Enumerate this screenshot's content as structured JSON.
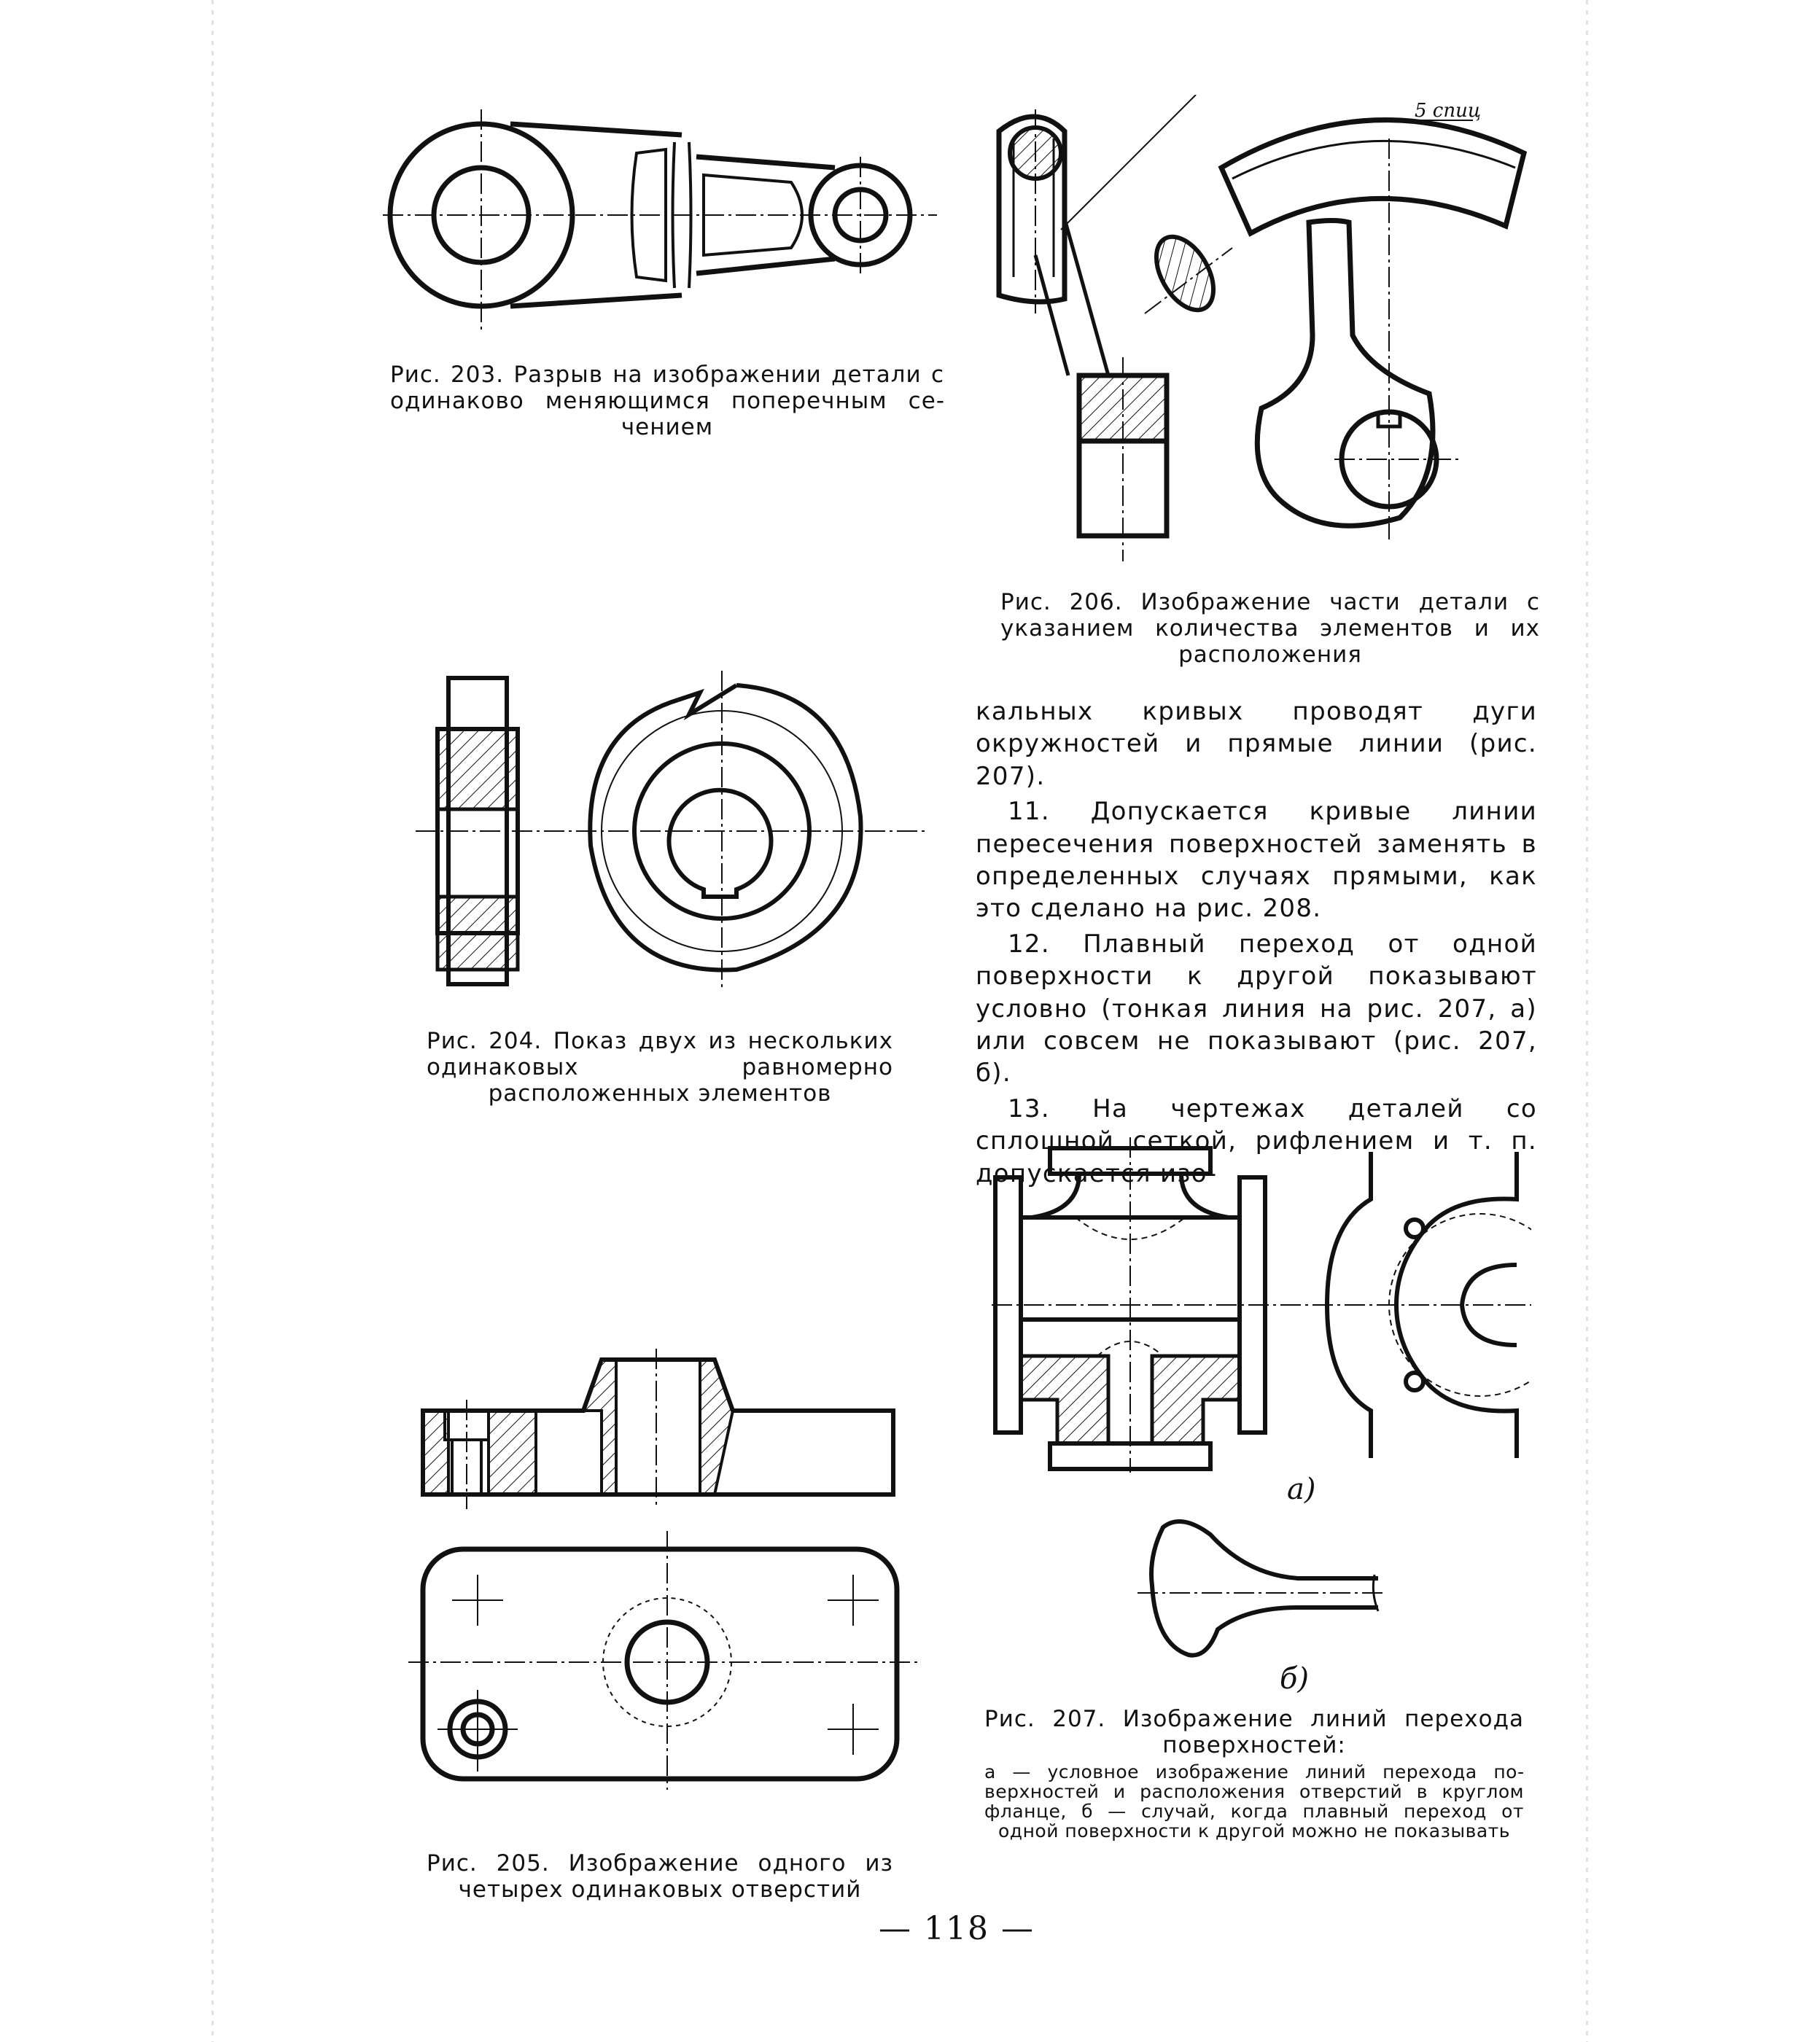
{
  "page": {
    "number": "— 118 —"
  },
  "figures": {
    "fig203": {
      "caption": "Рис. 203. Разрыв на изображении детали с одинаково меняющимся поперечным се­чением"
    },
    "fig204": {
      "caption": "Рис. 204. Показ двух из нескольких одинаковых равномерно расположен­ных элементов"
    },
    "fig205": {
      "caption": "Рис. 205. Изображение одного из че­тырех одинаковых отверстий"
    },
    "fig206": {
      "caption": "Рис. 206. Изображение части детали с указанием количества элементов и их рас­положения",
      "callout": "5 спиц"
    },
    "fig207": {
      "caption": "Рис. 207. Изображение линий перехода по­верхностей:",
      "legend": "а — условное изображение линий перехода по­верхностей и расположения отверстий в круглом фланце, б — случай, когда плавный переход от одной поверхности к другой можно не показы­вать",
      "label_a": "а)",
      "label_b": "б)"
    }
  },
  "text": {
    "p1": "кальных кривых проводят дуги окружно­стей и прямые линии (рис. 207).",
    "p2": "11. Допускается кривые линии пересе­чения поверхностей заменять в определен­ных случаях прямыми, как это сделано на рис. 208.",
    "p3": "12. Плавный переход от одной повер­хности к другой показывают условно (тон­кая линия на рис. 207, а) или совсем не показывают (рис. 207, б).",
    "p4": "13. На чертежах деталей со сплошной сеткой, рифлением и т. п. допускается изо-"
  }
}
